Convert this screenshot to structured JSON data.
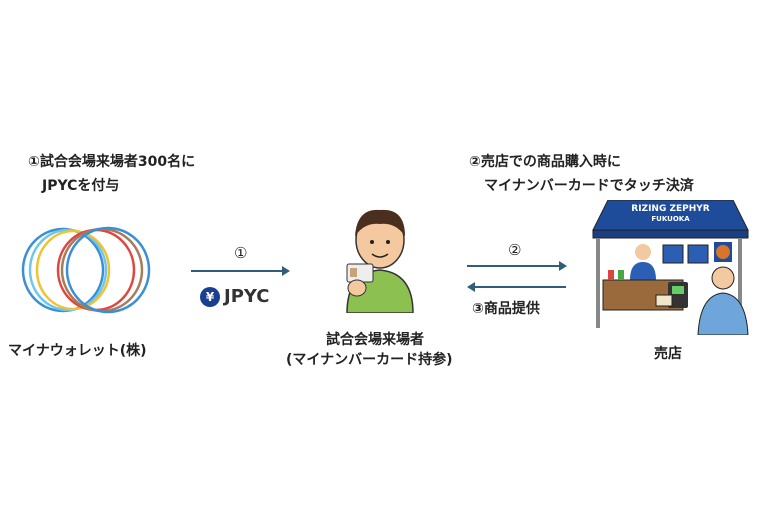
{
  "step1_caption": {
    "line1": "①試合会場来場者300名に",
    "line2": "JPYCを付与"
  },
  "step2_caption": {
    "line1": "②売店での商品購入時に",
    "line2": "マイナンバーカードでタッチ決済"
  },
  "issuer": {
    "name": "マイナウォレット(株)",
    "logo_icon": "rings-logo-icon"
  },
  "arrow1": {
    "label": "①",
    "token_name": "JPYC",
    "token_symbol": "¥"
  },
  "arrow2": {
    "label": "②"
  },
  "arrow3": {
    "label": "③商品提供"
  },
  "visitor": {
    "line1": "試合会場来場者",
    "line2": "(マイナンバーカード持参)"
  },
  "shop": {
    "name": "売店",
    "tent_line1": "RIZING ZEPHYR",
    "tent_line2": "FUKUOKA"
  },
  "colors": {
    "arrow": "#2f5f78",
    "tent": "#1f4c9a",
    "jpyc": "#1b3f8f"
  }
}
